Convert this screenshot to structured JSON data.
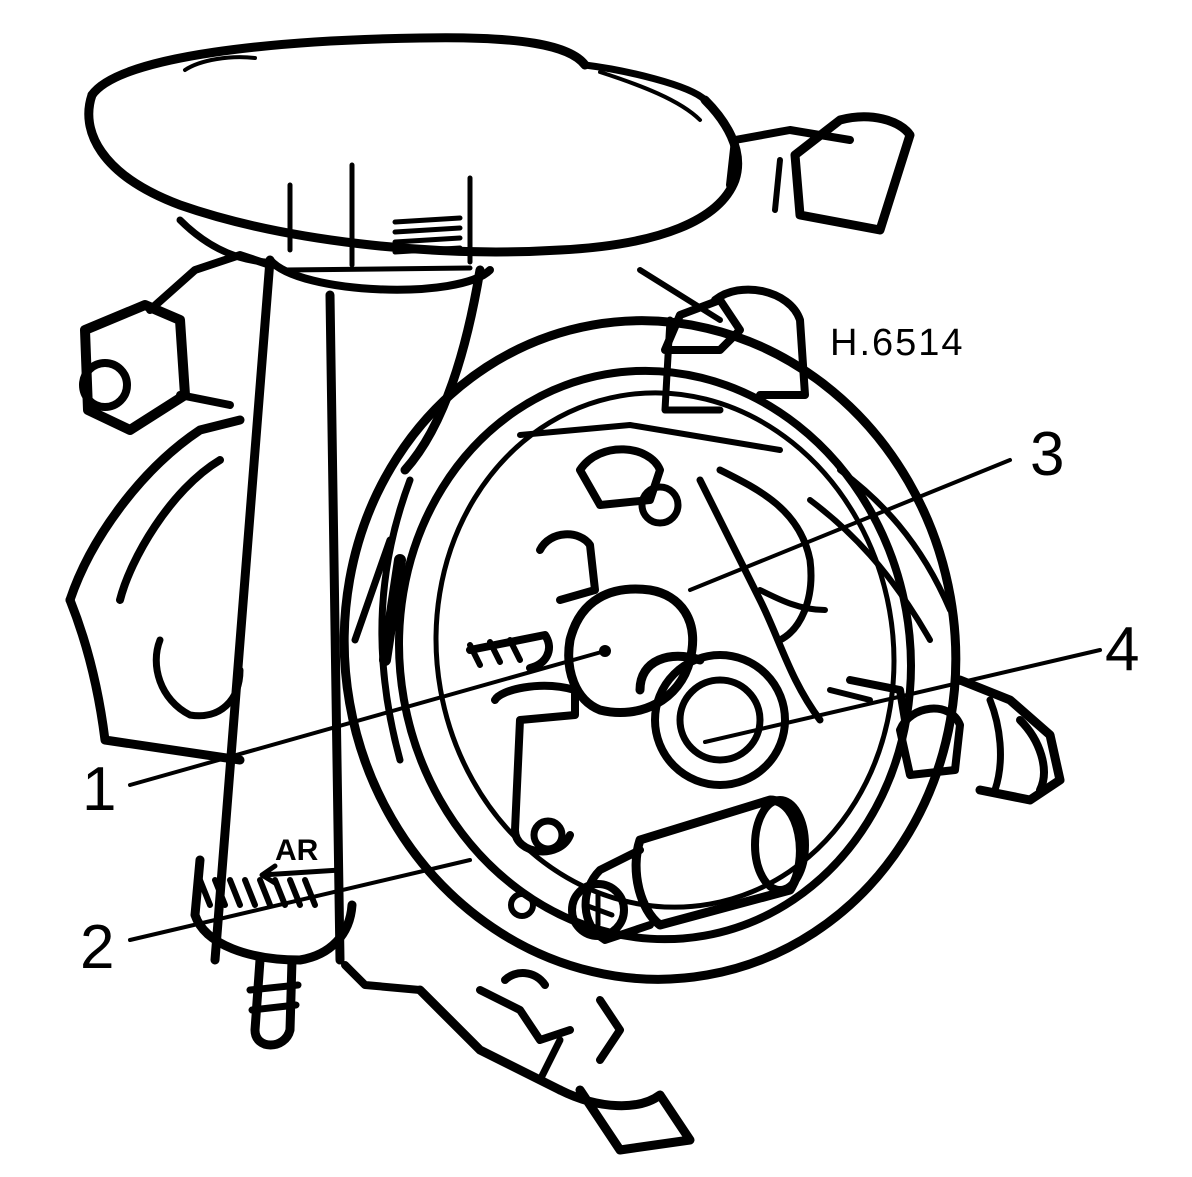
{
  "figure": {
    "reference_code": "H.6514",
    "stamp_text": "AR",
    "callouts": [
      "1",
      "2",
      "3",
      "4"
    ]
  },
  "colors": {
    "ink": "#000000",
    "paper": "#ffffff"
  }
}
